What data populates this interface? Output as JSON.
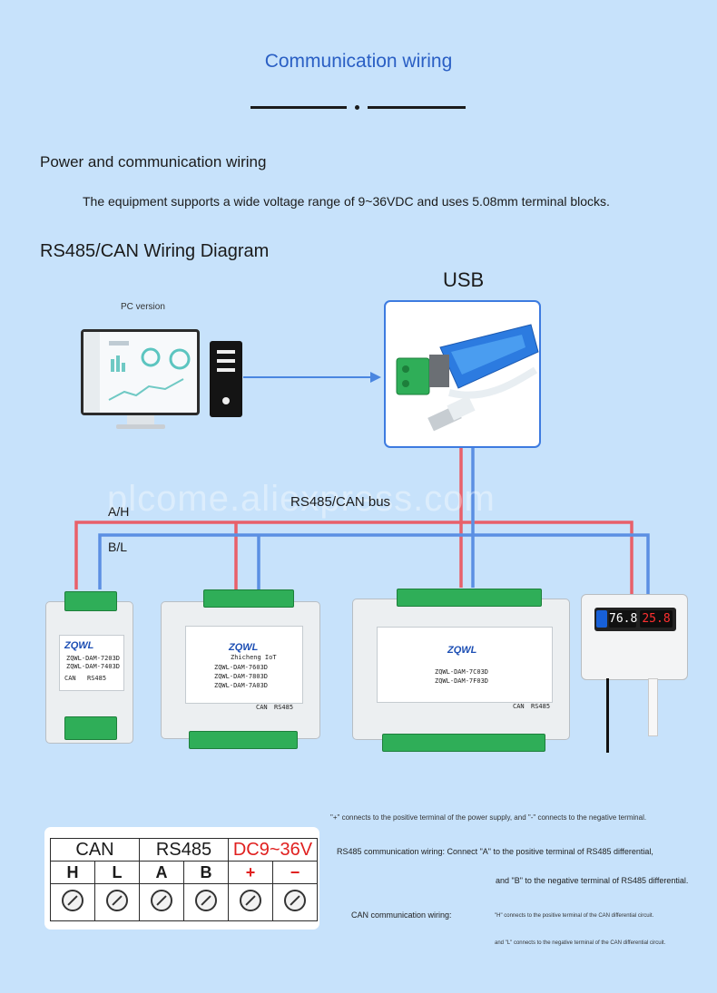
{
  "header": {
    "title": "Communication wiring"
  },
  "intro": {
    "heading": "Power and communication wiring",
    "description": "The equipment supports a wide voltage range of 9~36VDC and uses 5.08mm terminal blocks."
  },
  "diagram": {
    "heading": "RS485/CAN Wiring Diagram",
    "usb_title": "USB",
    "pc_caption": "PC version",
    "bus_label": "RS485/CAN bus",
    "wire_a": "A/H",
    "wire_b": "B/L",
    "watermark": "plcome.aliexpress.com",
    "colors": {
      "wire_a": "#e8606a",
      "wire_b": "#5b8fe3",
      "accent": "#2a5fc4"
    },
    "modules": [
      {
        "brand": "ZQWL",
        "models": [
          "ZQWL-DAM-7203D",
          "ZQWL-DAM-7403D"
        ],
        "labels": [
          "CAN",
          "RS485"
        ]
      },
      {
        "brand": "ZQWL",
        "sub": "Zhicheng IoT",
        "models": [
          "ZQWL-DAM-7603D",
          "ZQWL-DAM-7803D",
          "ZQWL-DAM-7A03D"
        ],
        "labels": [
          "CAN",
          "RS485"
        ]
      },
      {
        "brand": "ZQWL",
        "models": [
          "ZQWL-DAM-7C03D",
          "ZQWL-DAM-7F03D"
        ],
        "labels": [
          "CAN",
          "RS485"
        ]
      }
    ],
    "sensor": {
      "humidity": "76.8",
      "temperature": "25.8"
    }
  },
  "terminal_table": {
    "groups": [
      "CAN",
      "RS485",
      "DC9~36V"
    ],
    "pins": [
      "H",
      "L",
      "A",
      "B",
      "+",
      "−"
    ]
  },
  "notes": {
    "power": "\"+\" connects to the positive terminal of the power supply, and \"-\" connects to the negative terminal.",
    "rs485_line1": "RS485 communication wiring: Connect \"A\" to the positive terminal of RS485 differential,",
    "rs485_line2": "and \"B\" to the negative terminal of RS485 differential.",
    "can_label": "CAN communication wiring:",
    "can_h": "\"H\" connects to the positive terminal of the CAN differential circuit.",
    "can_l": "and \"L\" connects to the negative terminal of the CAN differential circuit."
  }
}
